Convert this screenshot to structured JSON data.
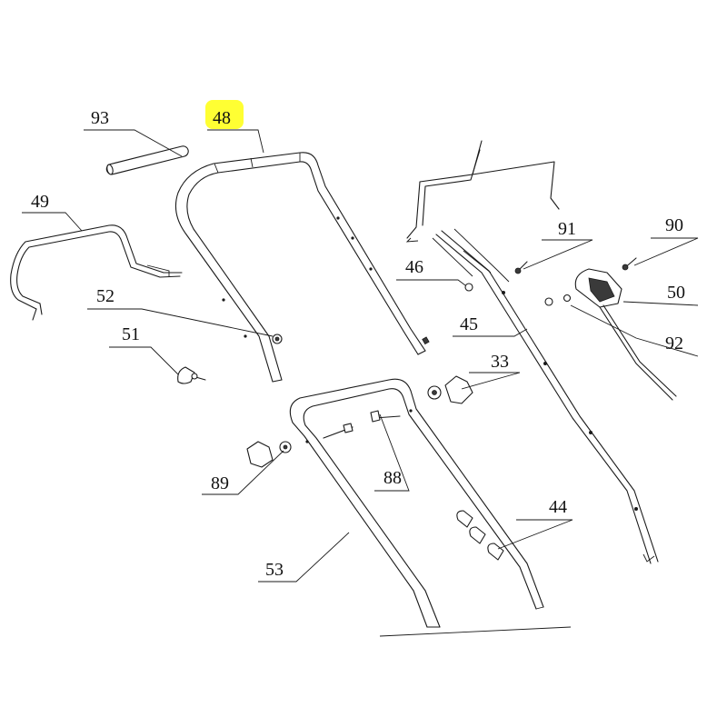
{
  "highlight_color": "#ffff33",
  "highlighted_part": "48",
  "callouts": [
    {
      "id": "93",
      "text": "93"
    },
    {
      "id": "48",
      "text": "48"
    },
    {
      "id": "49",
      "text": "49"
    },
    {
      "id": "91",
      "text": "91"
    },
    {
      "id": "90",
      "text": "90"
    },
    {
      "id": "46",
      "text": "46"
    },
    {
      "id": "50",
      "text": "50"
    },
    {
      "id": "52",
      "text": "52"
    },
    {
      "id": "45",
      "text": "45"
    },
    {
      "id": "92",
      "text": "92"
    },
    {
      "id": "51",
      "text": "51"
    },
    {
      "id": "33",
      "text": "33"
    },
    {
      "id": "89",
      "text": "89"
    },
    {
      "id": "88",
      "text": "88"
    },
    {
      "id": "44",
      "text": "44"
    },
    {
      "id": "53",
      "text": "53"
    }
  ]
}
